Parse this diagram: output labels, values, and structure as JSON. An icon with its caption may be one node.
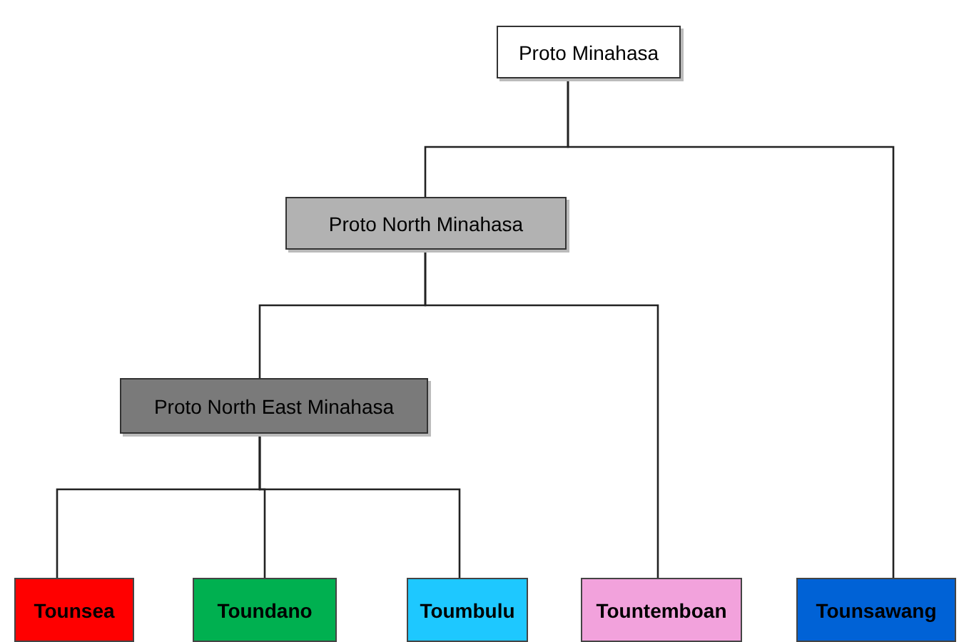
{
  "diagram": {
    "nodes": [
      {
        "text": [
          "Proto Minahasa"
        ]
      },
      {
        "text": [
          "Proto North Minahasa"
        ]
      },
      {
        "text": [
          "Proto North East Minahasa"
        ]
      },
      {
        "text": [
          "Tounsea"
        ]
      },
      {
        "text": [
          "Toundano"
        ]
      },
      {
        "text": [
          "Toumbulu"
        ]
      },
      {
        "text": [
          "Tountemboan"
        ]
      },
      {
        "text": [
          "Tounsawang"
        ]
      }
    ],
    "edges": [
      {
        "from": 0,
        "to": 1,
        "arrow": "none"
      },
      {
        "from": 0,
        "to": 7,
        "arrow": "none"
      },
      {
        "from": 1,
        "to": 2,
        "arrow": "none"
      },
      {
        "from": 1,
        "to": 6,
        "arrow": "none"
      },
      {
        "from": 2,
        "to": 3,
        "arrow": "none"
      },
      {
        "from": 2,
        "to": 4,
        "arrow": "none"
      },
      {
        "from": 2,
        "to": 5,
        "arrow": "none"
      }
    ]
  }
}
